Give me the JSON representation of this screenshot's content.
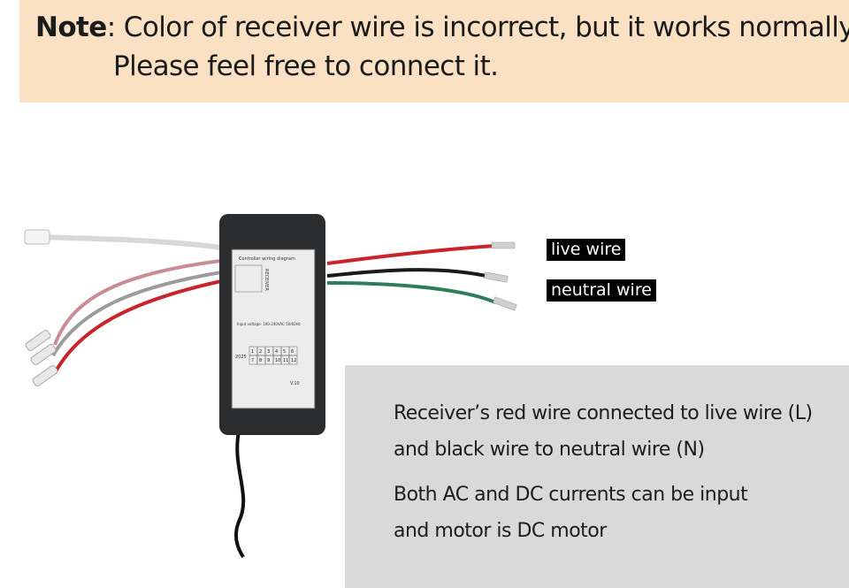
{
  "note": {
    "label": "Note",
    "line1": ": Color of receiver wire is incorrect, but it works normally.",
    "line2": "Please feel free to connect it."
  },
  "wire_labels": {
    "live": "live wire",
    "neutral": "neutral wire"
  },
  "device": {
    "diagram_title": "Controller wiring diagram",
    "receiver_text": "RECEIVER",
    "input_voltage": "Input voltage: 100-240VAC 50/60Hz",
    "year": "2025",
    "numbers_row1": [
      "1",
      "2",
      "3",
      "4",
      "5",
      "6"
    ],
    "numbers_row2": [
      "7",
      "8",
      "9",
      "10",
      "11",
      "12"
    ],
    "version": "V.10"
  },
  "info": {
    "line1": "Receiver’s red wire connected to live wire (L)",
    "line2": "and black wire to neutral wire (N)",
    "line3": "Both AC and DC currents can be input",
    "line4": "and motor is DC motor"
  },
  "colors": {
    "banner": "#fbe1c4",
    "panel": "#d9d9d9",
    "red_wire": "#c8242b",
    "black_wire": "#1a1a1a",
    "green_wire": "#2e7d5b",
    "device_body": "#2b2c2e"
  }
}
